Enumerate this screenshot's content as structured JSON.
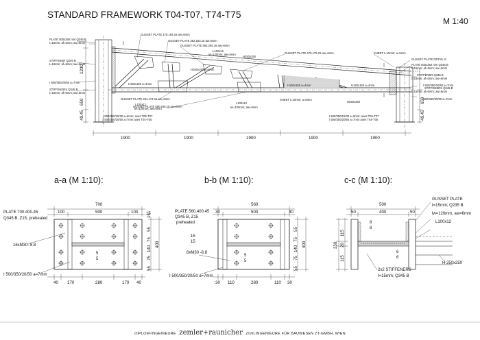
{
  "title": "STANDARD FRAMEWORK T04-T07, T74-T75",
  "scale_main": "M 1:40",
  "truss_labels": {
    "plate_left": "PLATE 500x350 mm Q345 B",
    "plate_left_2": "t=15mm; af=6mm; aw=6mm",
    "stiffener_left": "STIFFENER Q345 B",
    "stiffener_left_2": "t=15mm; af=6mm; aw=6mm",
    "col_left": "I 500/350/20/50 a=7mm",
    "stiffeners_left": "STIFFENERS Q345 B",
    "stiffeners_left_2": "t=15mm; af=6mm; aw=6mm",
    "gp1": "GUSSET PLATE 176.184.15 aw=6mm",
    "gp2": "GUSSET PLATE 382.183.15 aw=6mm",
    "gp3": "GUSSET PLATE 482.205.15 aw=6mm",
    "gp4": "GUSSET PLATE 479.175.15 aw=6mm",
    "gp5": "GUSSET PLATE 404.174.15 aw=6mm",
    "gp6": "GUSSET PLATE 560.165.15 aw=6mm",
    "l100_top": "L100x12",
    "l100_top_2": "lw=120mm; aw=6mm",
    "h250_top": "H250x250",
    "h150_a": "H150x150 a=4mm",
    "h150_b": "H150x150 a=4mm",
    "h150_c": "H150x150 a=4mm",
    "h150_d": "H150x150 a=4mm",
    "l100_bot1": "L100x12",
    "l100_bot1_2": "lw=120mm; aw=6mm",
    "l100_bot2": "L100x12",
    "l100_bot2_2": "lw=120mm; aw=6mm",
    "sheet_top": "SHEET t=15mm; a=5mm",
    "sheet_bot": "SHEET t=15mm; a=5mm",
    "h250_bot": "H250x250",
    "gp_detail": "GUSSET PLATE DETAIL G",
    "plate_right": "PLATE 500x350 mm Q345 B",
    "plate_right_2": "t=15mm; af=6mm; aw=6mm",
    "stiffener_right": "STIFFENER Q345 B",
    "stiffener_right_2": "t=15mm; af=6mm; aw=6mm",
    "col_right": "I 500/350/20/50 a=7mm",
    "stiffeners_right": "STIFFENERS Q345 B",
    "stiffeners_right_2": "t=15mm; af=6mm; aw=6mm",
    "col_left_bot": "I 500/350/15/30 a=6mm; axes T05-T07",
    "col_left_bot_2": "I 500/350/20/50 a=7mm axes T04-T05",
    "col_right_bot": "I 500/350/15/30 a=6mm; axes T05-T07",
    "col_right_bot_2": "I 500/350/20/50 a=7mm axes T04-T05"
  },
  "truss_dims": {
    "bays": [
      "1900",
      "1900",
      "1900",
      "1900",
      "1900"
    ],
    "h1200": "1200",
    "h650": "650",
    "h4045": "40.45",
    "r650": "650",
    "r4045": "40.45"
  },
  "sections": {
    "aa": {
      "title": "a-a (M 1:10):",
      "plate": "PLATE 700.400.45",
      "plate_2": "Q345 B, Z15, preheated",
      "bolts": "16xM30- 8.8",
      "col": "I 500/350/20/50 a=7mm",
      "top_total": "700",
      "top_parts": [
        "100",
        "500",
        "100"
      ],
      "bottom": [
        "40",
        "170",
        "280",
        "170",
        "40"
      ],
      "right": [
        "15",
        "55",
        "75",
        "140",
        "75",
        "55"
      ],
      "right_total": "400",
      "weld_a": "15",
      "weld_b": "5",
      "weld_b2": "5"
    },
    "bb": {
      "title": "b-b (M 1:10):",
      "plate": "PLATE 560.400.45",
      "plate_2": "Q345 B, Z15",
      "plate_3": "preheated",
      "bolts": "8xM30 -8.8",
      "col": "I 500/350/20/50 a=7mm",
      "top_total": "560",
      "top_parts": [
        "30",
        "500",
        "30"
      ],
      "bottom": [
        "30",
        "110",
        "280",
        "110",
        "30"
      ],
      "right": [
        "55",
        "75",
        "140",
        "75",
        "55"
      ],
      "right_total": "400",
      "weld_a": "15",
      "weld_a2": "15",
      "weld_b": "5",
      "weld_b2": "5"
    },
    "cc": {
      "title": "c-c (M 1:10):",
      "gp": "GUSSET PLATE",
      "gp_2": "t=15mm; Q235 B",
      "gp_3": "lw=120mm, aw=6mm",
      "l100": "L100x12",
      "h250": "H 250x250",
      "stiff": "2x2 STIFFENERS",
      "stiff_2": "t=15mm; Q345 B",
      "top_total": "500",
      "top_parts": [
        "50",
        "400",
        "50"
      ],
      "left": [
        "115",
        "20",
        "115"
      ],
      "left_total": "350",
      "weld_a": "8",
      "weld_a2": "8",
      "weld_b": "6",
      "weld_b2": "6"
    }
  },
  "footer": {
    "pre": "DIPLOM-INGENIEURE",
    "brand": "zemler+raunicher",
    "post": "ZIVILINGENIEURE FÜR BAUWESEN ZT-GMBH, WIEN"
  }
}
